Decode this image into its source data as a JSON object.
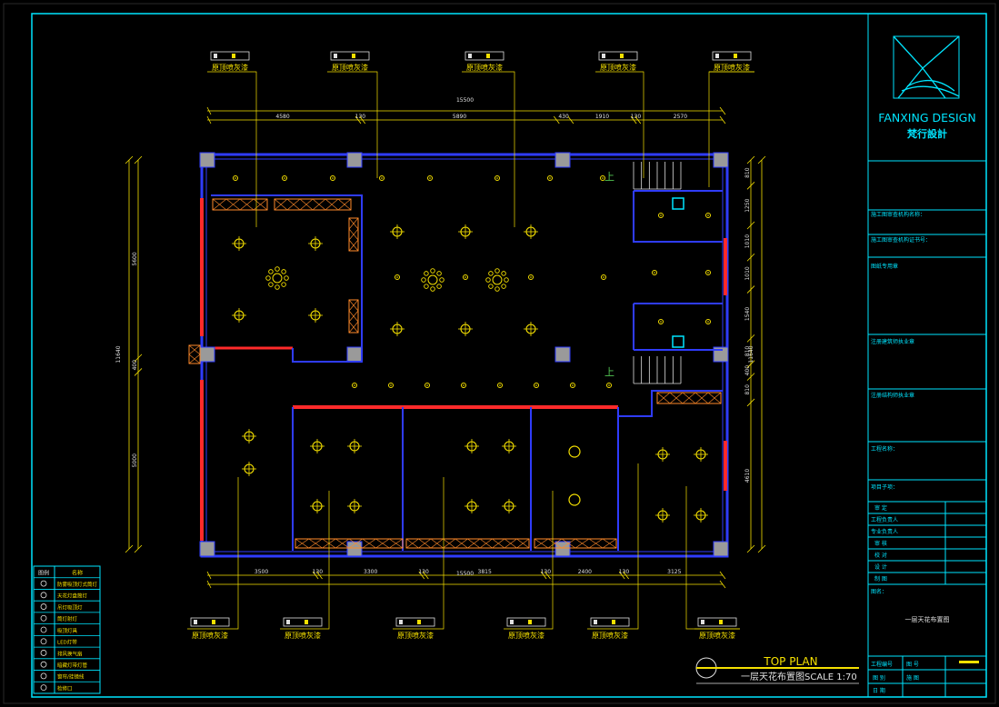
{
  "title_block": {
    "brand_en": "FANXING DESIGN",
    "brand_cn": "梵行設計",
    "fields": [
      "施工图审查机构名称：",
      "施工图审查机构证书号：",
      "图纸专用章",
      "注册建筑师执业章",
      "注册结构师执业章",
      "工程名称：",
      "项目子项："
    ],
    "roles": [
      "审 定",
      "工程负责人",
      "专业负责人",
      "审 核",
      "校 对",
      "设 计",
      "制 图"
    ],
    "drawing_name_label": "图名：",
    "drawing_name": "一层天花布置图",
    "bottom_labels": [
      "工程编号",
      "图 号",
      "图 别",
      "施 图",
      "日 期"
    ]
  },
  "plan": {
    "title_en": "TOP PLAN",
    "title_cn": "一层天花布置图",
    "scale": "SCALE 1:70",
    "top_dims": {
      "total": "15500",
      "segments": [
        "4580",
        "130",
        "5890",
        "430",
        "1910",
        "130",
        "2570"
      ]
    },
    "bottom_dims": {
      "total": "15500",
      "segments": [
        "3500",
        "130",
        "3300",
        "130",
        "3815",
        "130",
        "2400",
        "130",
        "3125"
      ]
    },
    "left_dims": [
      "5600",
      "400",
      "5000"
    ],
    "left_total": "11640",
    "right_dims": [
      "810",
      "1250",
      "1010",
      "1010",
      "1540",
      "810",
      "400",
      "810",
      "4610"
    ],
    "right_total": "11640",
    "stair_labels": [
      "上",
      "上"
    ],
    "ceiling_callout": "原顶喷灰漆"
  },
  "legend": {
    "header": [
      "图例",
      "名称"
    ],
    "rows": [
      "防雾吸顶灯式筒灯",
      "天花灯盘筒灯",
      "吊灯吸顶灯",
      "筒灯射灯",
      "吸顶灯具",
      "LED灯带",
      "排风换气扇",
      "暗藏灯带灯管",
      "窗帘/挂镜线",
      "检修口"
    ]
  }
}
